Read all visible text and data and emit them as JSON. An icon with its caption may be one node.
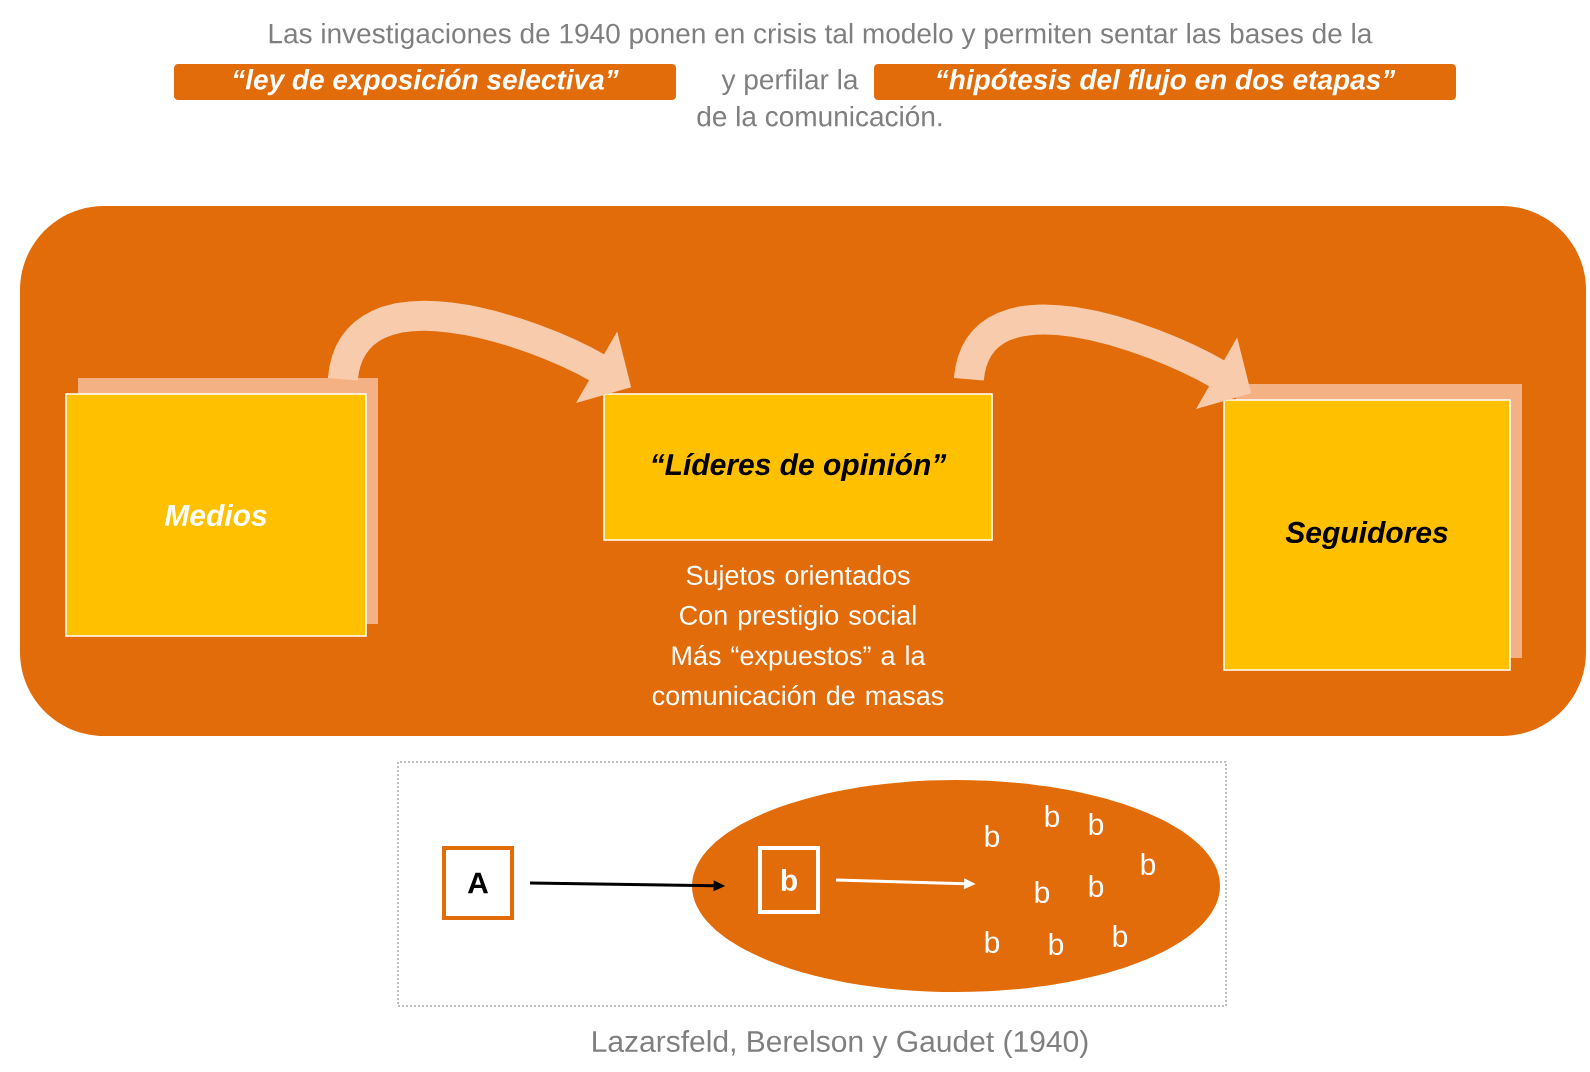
{
  "diagram": {
    "title": "Las investigaciones de 1940 ponen en crisis tal modelo y permiten sentar las bases de la",
    "caption": "Lazarsfeld, Berelson y Gaudet (1940)",
    "nodes": [
      {
        "text": [
          "“ley de exposición selectiva”"
        ]
      },
      {
        "text": [
          "“hipótesis del flujo en dos etapas”"
        ]
      },
      {
        "text": [],
        "shape": "box"
      },
      {
        "text": [
          "Medios"
        ],
        "in": 2
      },
      {
        "text": [
          "“Líderes de opinión”"
        ],
        "in": 2,
        "beside": [
          "Sujetos orientados",
          "Con prestigio social",
          "Más “expuestos” a la comunicación de masas"
        ]
      },
      {
        "text": [
          "Seguidores"
        ],
        "in": 2
      },
      {
        "text": [],
        "shape": "box"
      },
      {
        "text": [
          "A"
        ],
        "in": 6
      },
      {
        "text": [],
        "shape": "ellipse",
        "in": 6
      },
      {
        "text": [
          "b"
        ],
        "in": 8
      }
    ],
    "edges": [
      {
        "from": 3,
        "to": 4,
        "arrow": "to",
        "style": "thick",
        "color": "#f8cbad"
      },
      {
        "from": 4,
        "to": 5,
        "arrow": "to",
        "style": "thick",
        "color": "#f8cbad"
      },
      {
        "from": 7,
        "to": 8,
        "arrow": "to",
        "color": "#000000"
      },
      {
        "from": 9,
        "to": null,
        "arrow": "to",
        "color": "#ffffff"
      }
    ],
    "labels": [
      "y perfilar la",
      "de la comunicación.",
      "b",
      "b",
      "b",
      "b",
      "b",
      "b",
      "b",
      "b",
      "b"
    ]
  }
}
